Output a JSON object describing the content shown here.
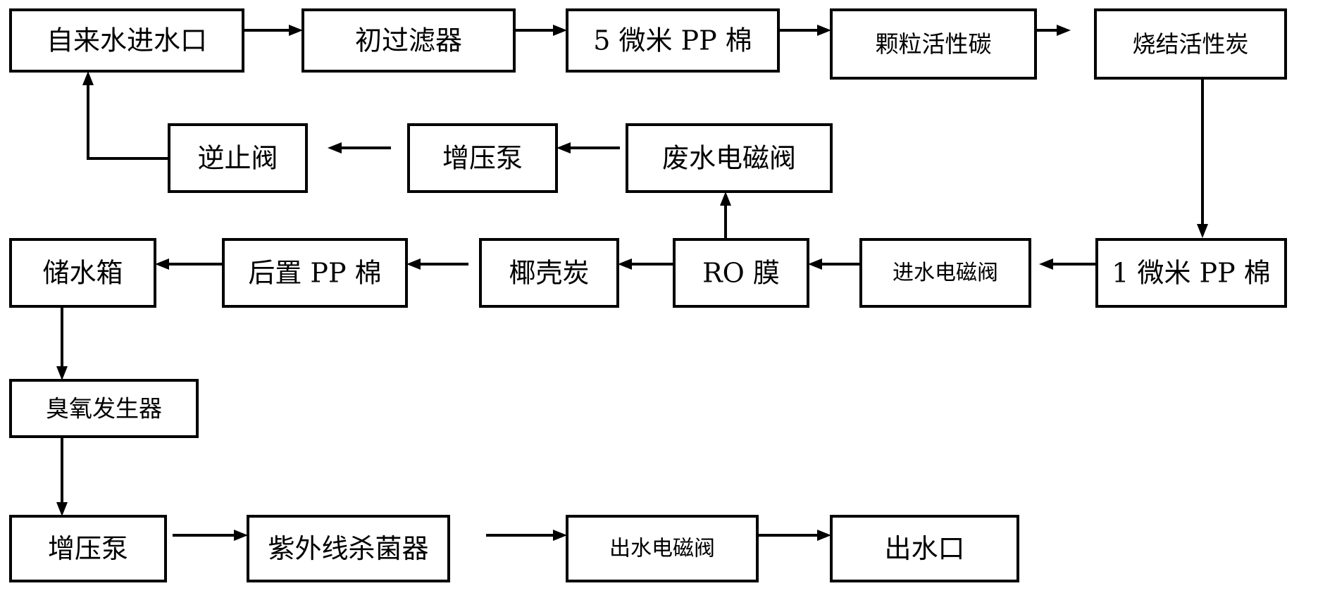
{
  "nodes": {
    "tap_inlet": "自来水进水口",
    "pre_filter": "初过滤器",
    "pp_5um": "5 微米 PP 棉",
    "granular_carbon": "颗粒活性碳",
    "sintered_carbon": "烧结活性炭",
    "check_valve": "逆止阀",
    "booster_pump_1": "增压泵",
    "waste_solenoid": "废水电磁阀",
    "storage_tank": "储水箱",
    "post_pp": "后置 PP 棉",
    "coconut_carbon": "椰壳炭",
    "ro_membrane": "RO 膜",
    "inlet_solenoid": "进水电磁阀",
    "pp_1um": "1 微米 PP 棉",
    "ozone_generator": "臭氧发生器",
    "booster_pump_2": "增压泵",
    "uv_sterilizer": "紫外线杀菌器",
    "outlet_solenoid": "出水电磁阀",
    "water_outlet": "出水口"
  }
}
